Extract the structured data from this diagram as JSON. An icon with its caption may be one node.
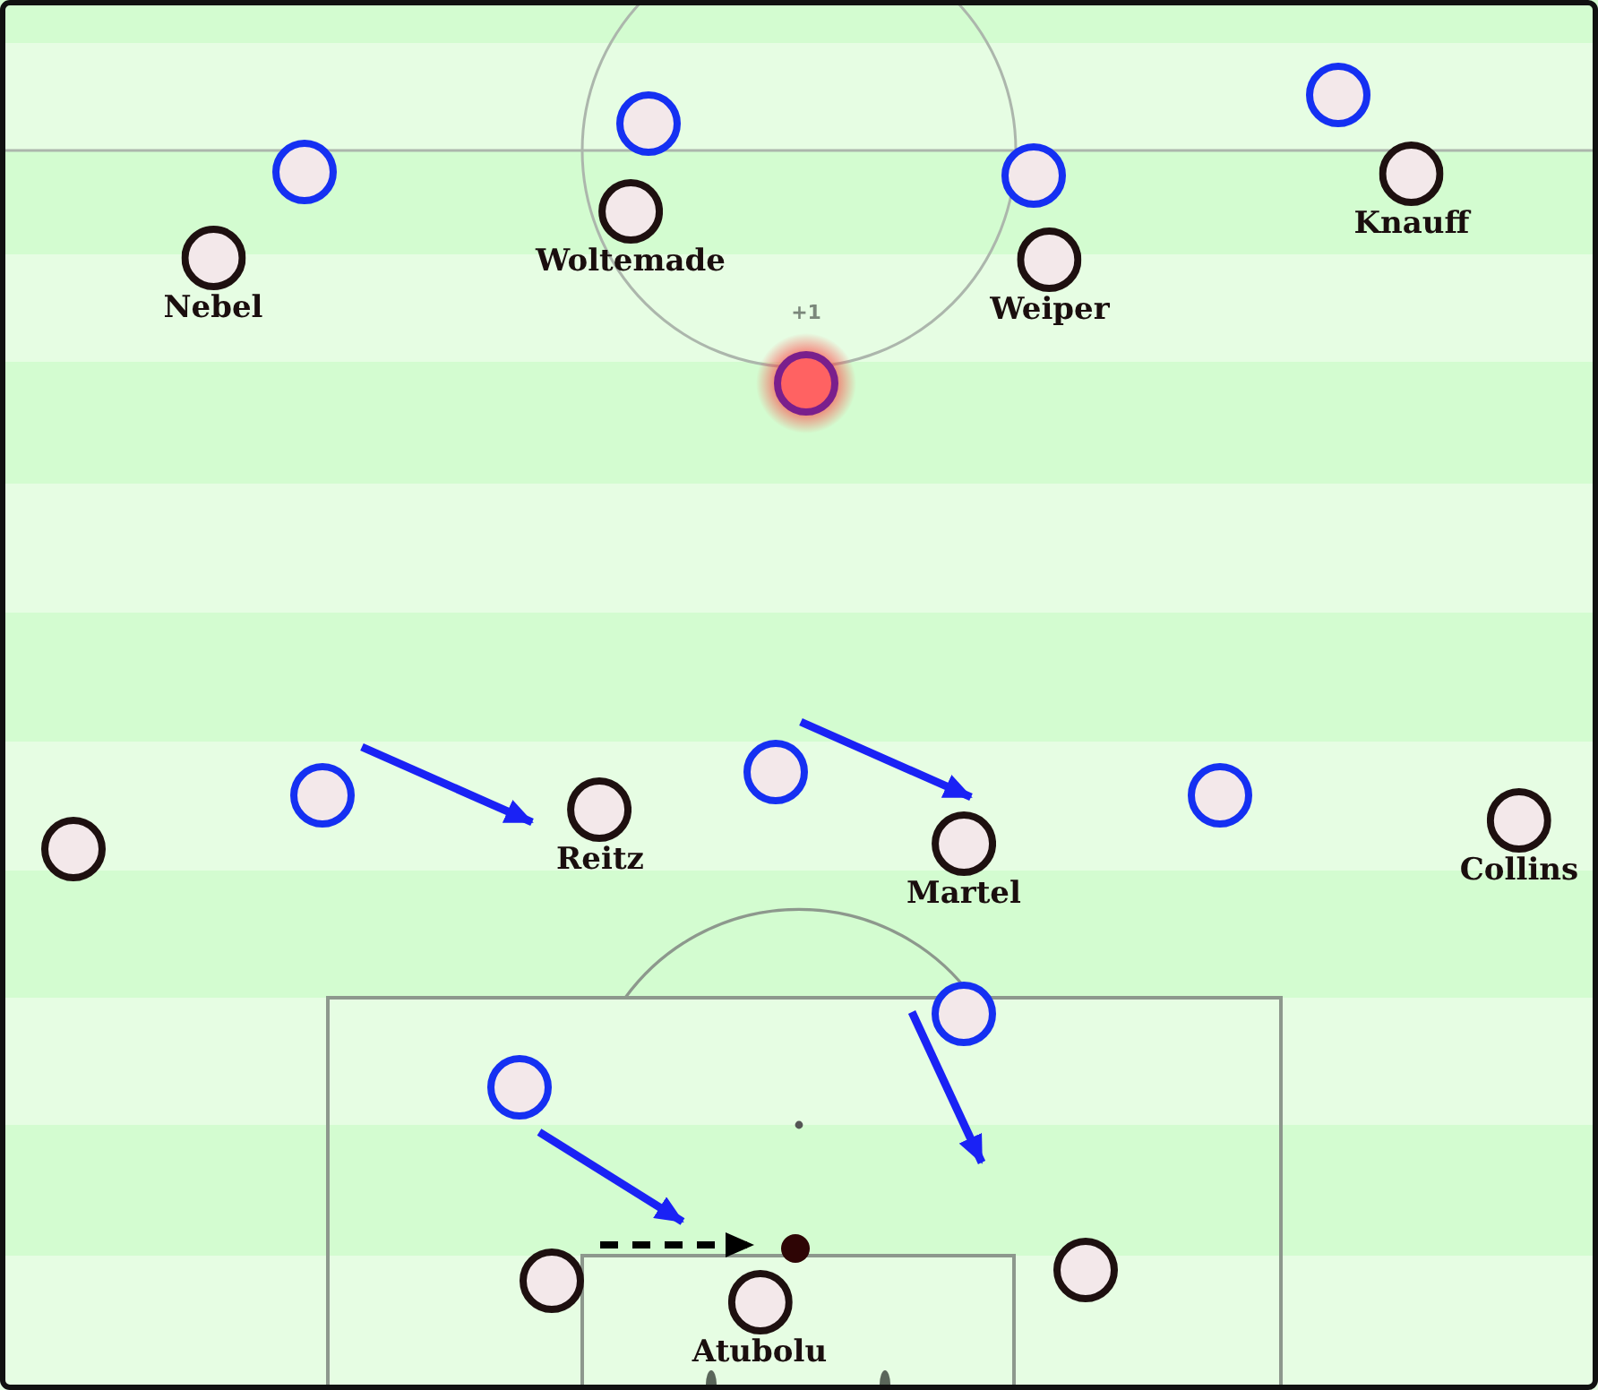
{
  "diagram": {
    "nodes": [
      {
        "text": [],
        "shape": "circle"
      },
      {
        "text": [],
        "shape": "circle"
      },
      {
        "text": [],
        "shape": "circle"
      },
      {
        "text": [],
        "shape": "circle"
      },
      {
        "text": [
          "Nebel"
        ]
      },
      {
        "text": [
          "Woltemade"
        ]
      },
      {
        "text": [
          "Weiper"
        ]
      },
      {
        "text": [
          "Knauff"
        ]
      },
      {
        "text": [
          "+1"
        ]
      },
      {
        "text": [],
        "shape": "circle"
      },
      {
        "text": [],
        "shape": "circle"
      },
      {
        "text": [
          "Reitz"
        ]
      },
      {
        "text": [],
        "shape": "circle"
      },
      {
        "text": [
          "Martel"
        ]
      },
      {
        "text": [],
        "shape": "circle"
      },
      {
        "text": [
          "Collins"
        ]
      },
      {
        "text": [],
        "shape": "circle"
      },
      {
        "text": [],
        "shape": "circle"
      },
      {
        "text": [],
        "shape": "circle"
      },
      {
        "text": [],
        "shape": "circle"
      },
      {
        "text": [],
        "shape": "circle"
      },
      {
        "text": [
          "Atubolu"
        ]
      }
    ],
    "edges": [
      {
        "from": 10,
        "to": 11,
        "arrow": "to"
      },
      {
        "from": 12,
        "to": 13,
        "arrow": "to"
      },
      {
        "from": 17,
        "to": null,
        "arrow": "to"
      },
      {
        "from": 16,
        "to": null,
        "arrow": "to"
      },
      {
        "from": 19,
        "to": 18,
        "arrow": "to",
        "style": "dashed",
        "color": "#000000"
      }
    ]
  }
}
